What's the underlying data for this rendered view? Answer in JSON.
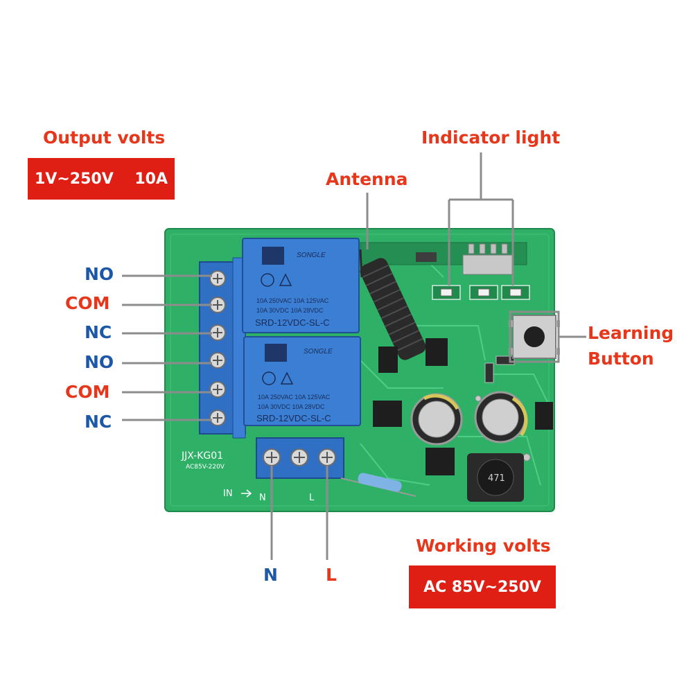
{
  "output_volts": {
    "title": "Output volts",
    "value": "1V~250V    10A"
  },
  "working_volts": {
    "title": "Working volts",
    "value": "AC 85V~250V"
  },
  "callouts": {
    "antenna": "Antenna",
    "indicator_light": "Indicator light",
    "learning_button_line1": "Learning",
    "learning_button_line2": "Button"
  },
  "terminals_left": [
    {
      "label": "NO",
      "color": "#1d58a8"
    },
    {
      "label": "COM",
      "color": "#e8361b"
    },
    {
      "label": "NC",
      "color": "#1d58a8"
    },
    {
      "label": "NO",
      "color": "#1d58a8"
    },
    {
      "label": "COM",
      "color": "#e8361b"
    },
    {
      "label": "NC",
      "color": "#1d58a8"
    }
  ],
  "terminals_bottom": {
    "n": "N",
    "l": "L"
  },
  "board": {
    "model": "JJX-KG01",
    "input_rating": "AC85V-220V",
    "in_label": "IN",
    "in_n": "N",
    "in_l": "L",
    "relay": {
      "brand": "SONGLE",
      "rating_1": "10A 250VAC  10A 125VAC",
      "rating_2": "10A  30VDC  10A  28VDC",
      "part": "SRD-12VDC-SL-C"
    },
    "inductor_code": "471"
  },
  "colors": {
    "accent_red": "#e01f14",
    "label_red": "#e8361b",
    "label_blue": "#1d58a8",
    "pcb_green": "#2fb067",
    "terminal_blue": "#2f6fc4",
    "relay_blue": "#3b7fd4"
  },
  "icons": [
    "antenna-coil-icon",
    "push-button-icon",
    "led-icon",
    "screw-terminal-icon"
  ]
}
